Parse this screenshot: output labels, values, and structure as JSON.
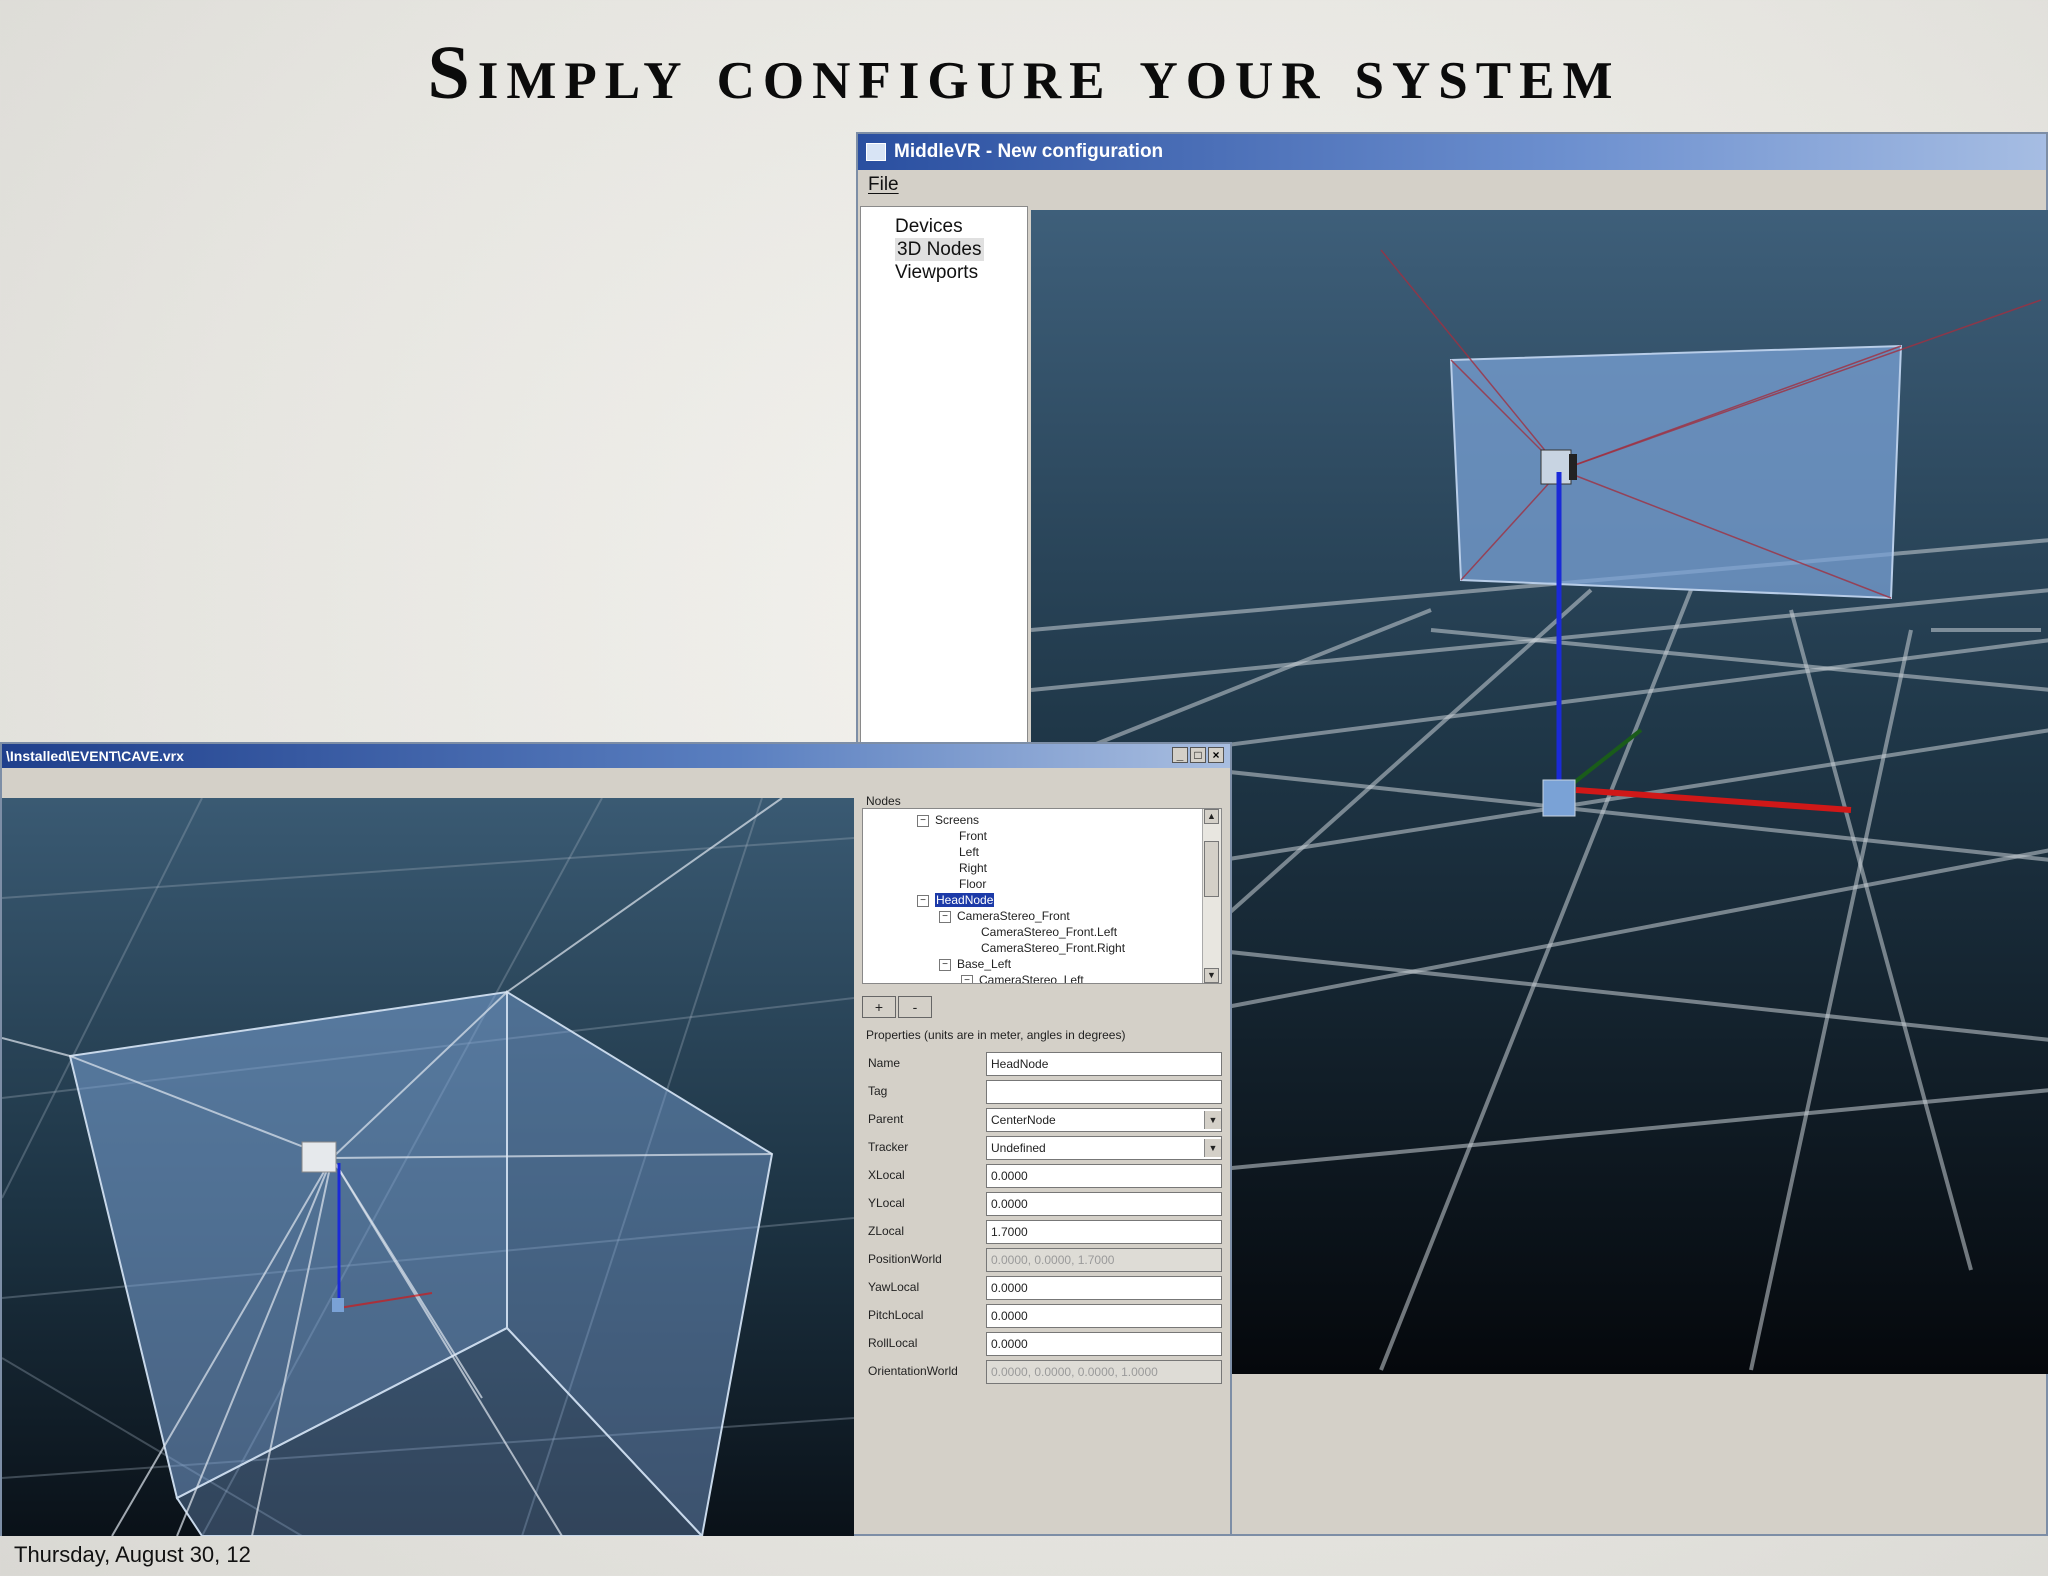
{
  "slide": {
    "title": "Simply configure your system",
    "footer_date": "Thursday, August 30, 12"
  },
  "main_window": {
    "title": "MiddleVR - New configuration",
    "menu_file": "File",
    "nav_items": [
      "Devices",
      "3D Nodes",
      "Viewports"
    ],
    "nav_selected": "3D Nodes"
  },
  "second_window": {
    "title": "\\Installed\\EVENT\\CAVE.vrx",
    "nodes_label": "Nodes",
    "tree": [
      {
        "label": "Screens",
        "depth": 0,
        "toggle": "⊟"
      },
      {
        "label": "Front",
        "depth": 1
      },
      {
        "label": "Left",
        "depth": 1
      },
      {
        "label": "Right",
        "depth": 1
      },
      {
        "label": "Floor",
        "depth": 1
      },
      {
        "label": "HeadNode",
        "depth": 0,
        "toggle": "⊟",
        "selected": true
      },
      {
        "label": "CameraStereo_Front",
        "depth": 1,
        "toggle": "⊟"
      },
      {
        "label": "CameraStereo_Front.Left",
        "depth": 2
      },
      {
        "label": "CameraStereo_Front.Right",
        "depth": 2
      },
      {
        "label": "Base_Left",
        "depth": 1,
        "toggle": "⊟"
      },
      {
        "label": "CameraStereo_Left",
        "depth": 2,
        "toggle": "⊟"
      }
    ],
    "add_button": "+",
    "remove_button": "-",
    "properties_label": "Properties (units are in meter, angles in degrees)",
    "properties": [
      {
        "label": "Name",
        "value": "HeadNode"
      },
      {
        "label": "Tag",
        "value": ""
      },
      {
        "label": "Parent",
        "value": "CenterNode",
        "dropdown": true
      },
      {
        "label": "Tracker",
        "value": "Undefined",
        "dropdown": true
      },
      {
        "label": "XLocal",
        "value": "0.0000"
      },
      {
        "label": "YLocal",
        "value": "0.0000"
      },
      {
        "label": "ZLocal",
        "value": "1.7000"
      },
      {
        "label": "PositionWorld",
        "value": "0.0000, 0.0000, 1.7000",
        "readonly": true
      },
      {
        "label": "YawLocal",
        "value": "0.0000"
      },
      {
        "label": "PitchLocal",
        "value": "0.0000"
      },
      {
        "label": "RollLocal",
        "value": "0.0000"
      },
      {
        "label": "OrientationWorld",
        "value": "0.0000, 0.0000, 0.0000, 1.0000",
        "readonly": true
      }
    ]
  },
  "colors": {
    "viewport_top": "#3e5f7a",
    "viewport_bottom": "#05080c",
    "screen_fill": "#7aa2d6",
    "selection": "#1c3aa8",
    "axis_x": "#d01818",
    "axis_y": "#1a5c1a",
    "axis_z": "#1a2ad8"
  }
}
